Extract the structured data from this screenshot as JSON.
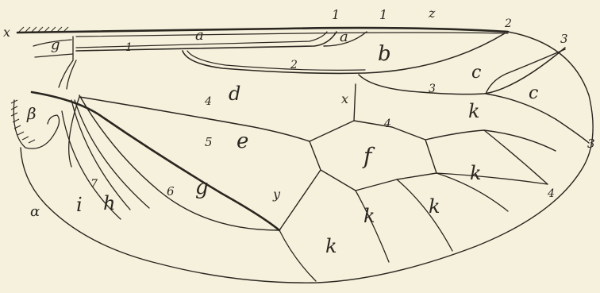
{
  "figure": {
    "ink_color": "#2a2620",
    "paper_color": "#f6f1dc",
    "labels": {
      "x_left": "x",
      "g_costal": "g",
      "vein_1a": "1",
      "vein_1b": "1",
      "vein_1c": "1",
      "z_top": "z",
      "vein_2a": "2",
      "vein_2b": "2",
      "vein_3a": "3",
      "vein_3b": "3",
      "vein_3c": "3",
      "vein_4a": "4",
      "vein_4b": "4",
      "vein_4c": "4",
      "vein_5": "5",
      "vein_6": "6",
      "vein_7": "7",
      "cell_a1": "a",
      "cell_a2": "a",
      "cell_b": "b",
      "cell_c1": "c",
      "cell_c2": "c",
      "cell_d": "d",
      "cell_e": "e",
      "cell_f": "f",
      "cell_g": "g",
      "cell_h": "h",
      "cell_i": "i",
      "cell_k1": "k",
      "cell_k2": "k",
      "cell_k3": "k",
      "cell_k4": "k",
      "cell_k5": "k",
      "cell_x": "x",
      "cell_y": "y",
      "alpha": "α",
      "beta": "β"
    }
  }
}
